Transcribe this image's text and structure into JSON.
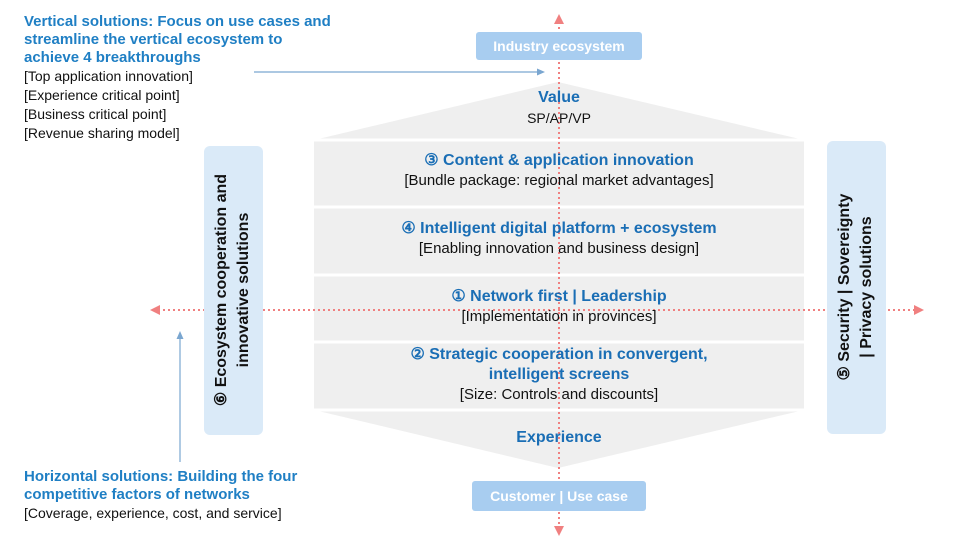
{
  "vertical_note": {
    "title_lines": [
      "Vertical solutions: Focus on use cases and",
      "streamline the vertical ecosystem to",
      "achieve 4 breakthroughs"
    ],
    "items": [
      "[Top application innovation]",
      "[Experience critical point]",
      "[Business critical point]",
      "[Revenue sharing model]"
    ]
  },
  "horizontal_note": {
    "title_lines": [
      "Horizontal solutions: Building the four",
      "competitive factors of networks"
    ],
    "items": [
      "[Coverage, experience, cost, and service]"
    ]
  },
  "top_pill": "Industry ecosystem",
  "bottom_pill": "Customer | Use case",
  "value": {
    "title": "Value",
    "subtitle": "SP/AP/VP"
  },
  "experience": "Experience",
  "bands": [
    {
      "title": "③ Content & application innovation",
      "sub": "[Bundle package: regional market advantages]"
    },
    {
      "title": "④ Intelligent digital platform + ecosystem",
      "sub": "[Enabling innovation and business design]"
    },
    {
      "title": "① Network first | Leadership",
      "sub": "[Implementation in provinces]"
    },
    {
      "title_lines": [
        "② Strategic cooperation in convergent,",
        "intelligent screens"
      ],
      "sub": "[Size: Controls and discounts]"
    }
  ],
  "left_box": {
    "lines": [
      "⑥ Ecosystem cooperation and",
      "innovative solutions"
    ]
  },
  "right_box": {
    "lines": [
      "⑤ Security | Sovereignty",
      "| Privacy solutions"
    ]
  },
  "colors": {
    "accent": "#1a6eb5",
    "pill": "#a8cdf0",
    "side_box": "#daeaf8",
    "shape": "#efefef",
    "axis": "#f08080",
    "note_arrow": "#7aa6d0"
  }
}
